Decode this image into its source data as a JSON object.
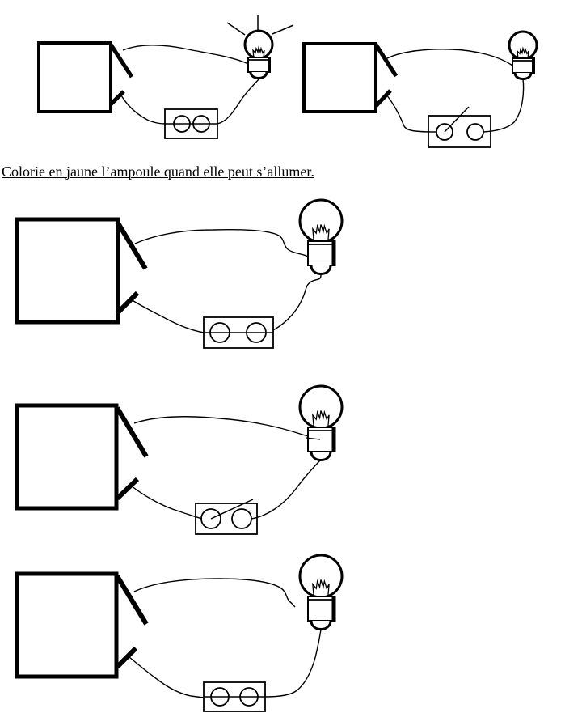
{
  "instruction": {
    "text": "Colorie en jaune l’ampoule quand elle peut s’allumer."
  },
  "colors": {
    "ink": "#000000",
    "paper": "#ffffff"
  },
  "circuits": [
    {
      "id": "circuit-1",
      "bulb": {
        "lit": true,
        "connected": true
      },
      "switch": {
        "state": "closed"
      }
    },
    {
      "id": "circuit-2",
      "bulb": {
        "lit": false,
        "connected": true
      },
      "switch": {
        "state": "open"
      }
    },
    {
      "id": "circuit-3",
      "bulb": {
        "lit": false,
        "connected": true
      },
      "switch": {
        "state": "closed"
      }
    },
    {
      "id": "circuit-4",
      "bulb": {
        "lit": false,
        "connected": true
      },
      "switch": {
        "state": "open"
      }
    },
    {
      "id": "circuit-5",
      "bulb": {
        "lit": false,
        "connected": false
      },
      "switch": {
        "state": "closed"
      }
    }
  ]
}
